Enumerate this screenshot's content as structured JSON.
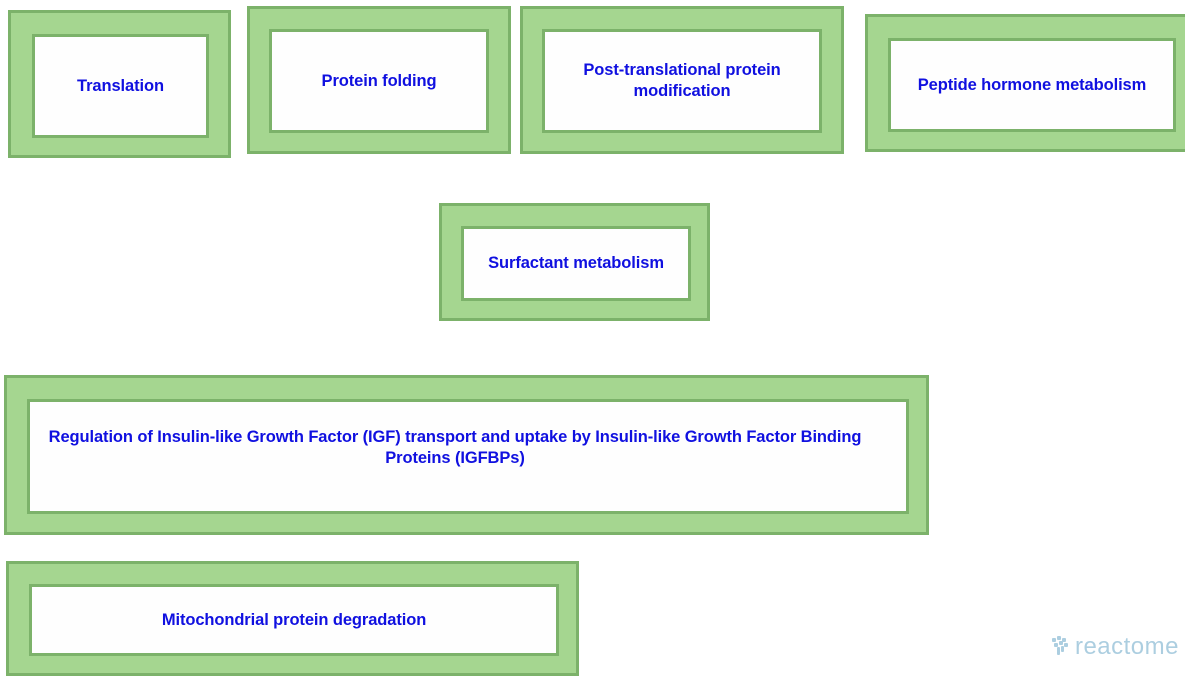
{
  "diagram": {
    "pathways": [
      {
        "id": "translation",
        "label": "Translation"
      },
      {
        "id": "protein-folding",
        "label": "Protein folding"
      },
      {
        "id": "post-translational",
        "label": "Post-translational protein modification"
      },
      {
        "id": "peptide-hormone",
        "label": "Peptide hormone metabolism"
      },
      {
        "id": "surfactant",
        "label": "Surfactant metabolism"
      },
      {
        "id": "igf",
        "label": "Regulation of Insulin-like Growth Factor (IGF) transport and uptake by Insulin-like Growth Factor Binding Proteins (IGFBPs)"
      },
      {
        "id": "mito",
        "label": "Mitochondrial protein degradation"
      }
    ],
    "colors": {
      "pathway_fill": "#a5d690",
      "pathway_border": "#7cb26a",
      "label_text": "#1010e0"
    }
  },
  "logo": {
    "text": "reactome",
    "icon": "reactome-logo-icon"
  }
}
